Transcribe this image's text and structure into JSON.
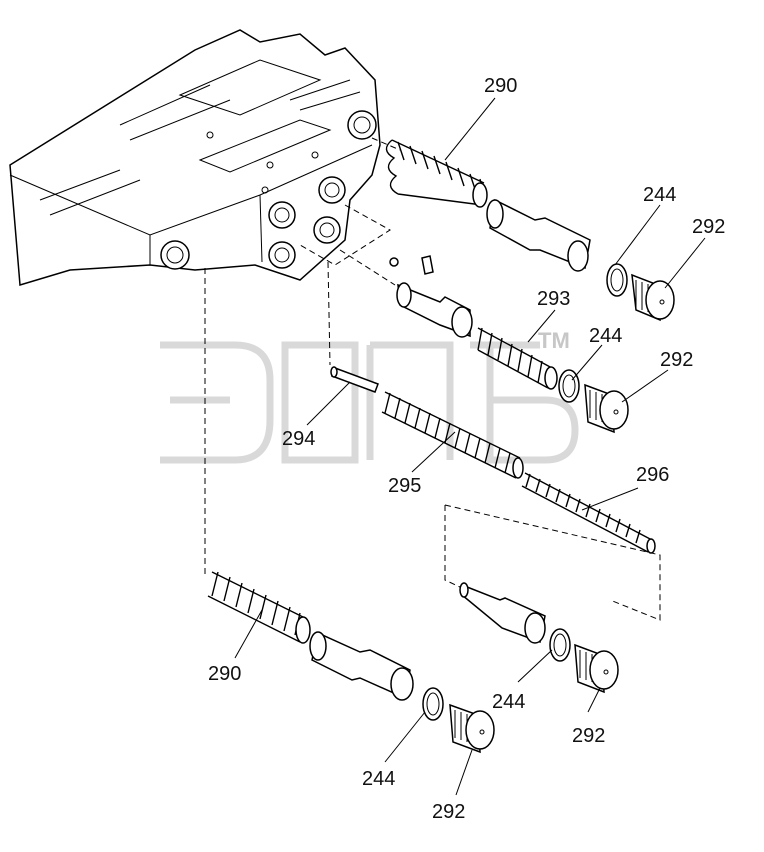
{
  "watermark": {
    "mark": "TM"
  },
  "labels": [
    {
      "id": "l1",
      "text": "290"
    },
    {
      "id": "l2",
      "text": "244"
    },
    {
      "id": "l3",
      "text": "292"
    },
    {
      "id": "l4",
      "text": "293"
    },
    {
      "id": "l5",
      "text": "244"
    },
    {
      "id": "l6",
      "text": "292"
    },
    {
      "id": "l7",
      "text": "294"
    },
    {
      "id": "l8",
      "text": "295"
    },
    {
      "id": "l9",
      "text": "296"
    },
    {
      "id": "l10",
      "text": "290"
    },
    {
      "id": "l11",
      "text": "244"
    },
    {
      "id": "l12",
      "text": "292"
    },
    {
      "id": "l13",
      "text": "244"
    },
    {
      "id": "l14",
      "text": "292"
    }
  ]
}
